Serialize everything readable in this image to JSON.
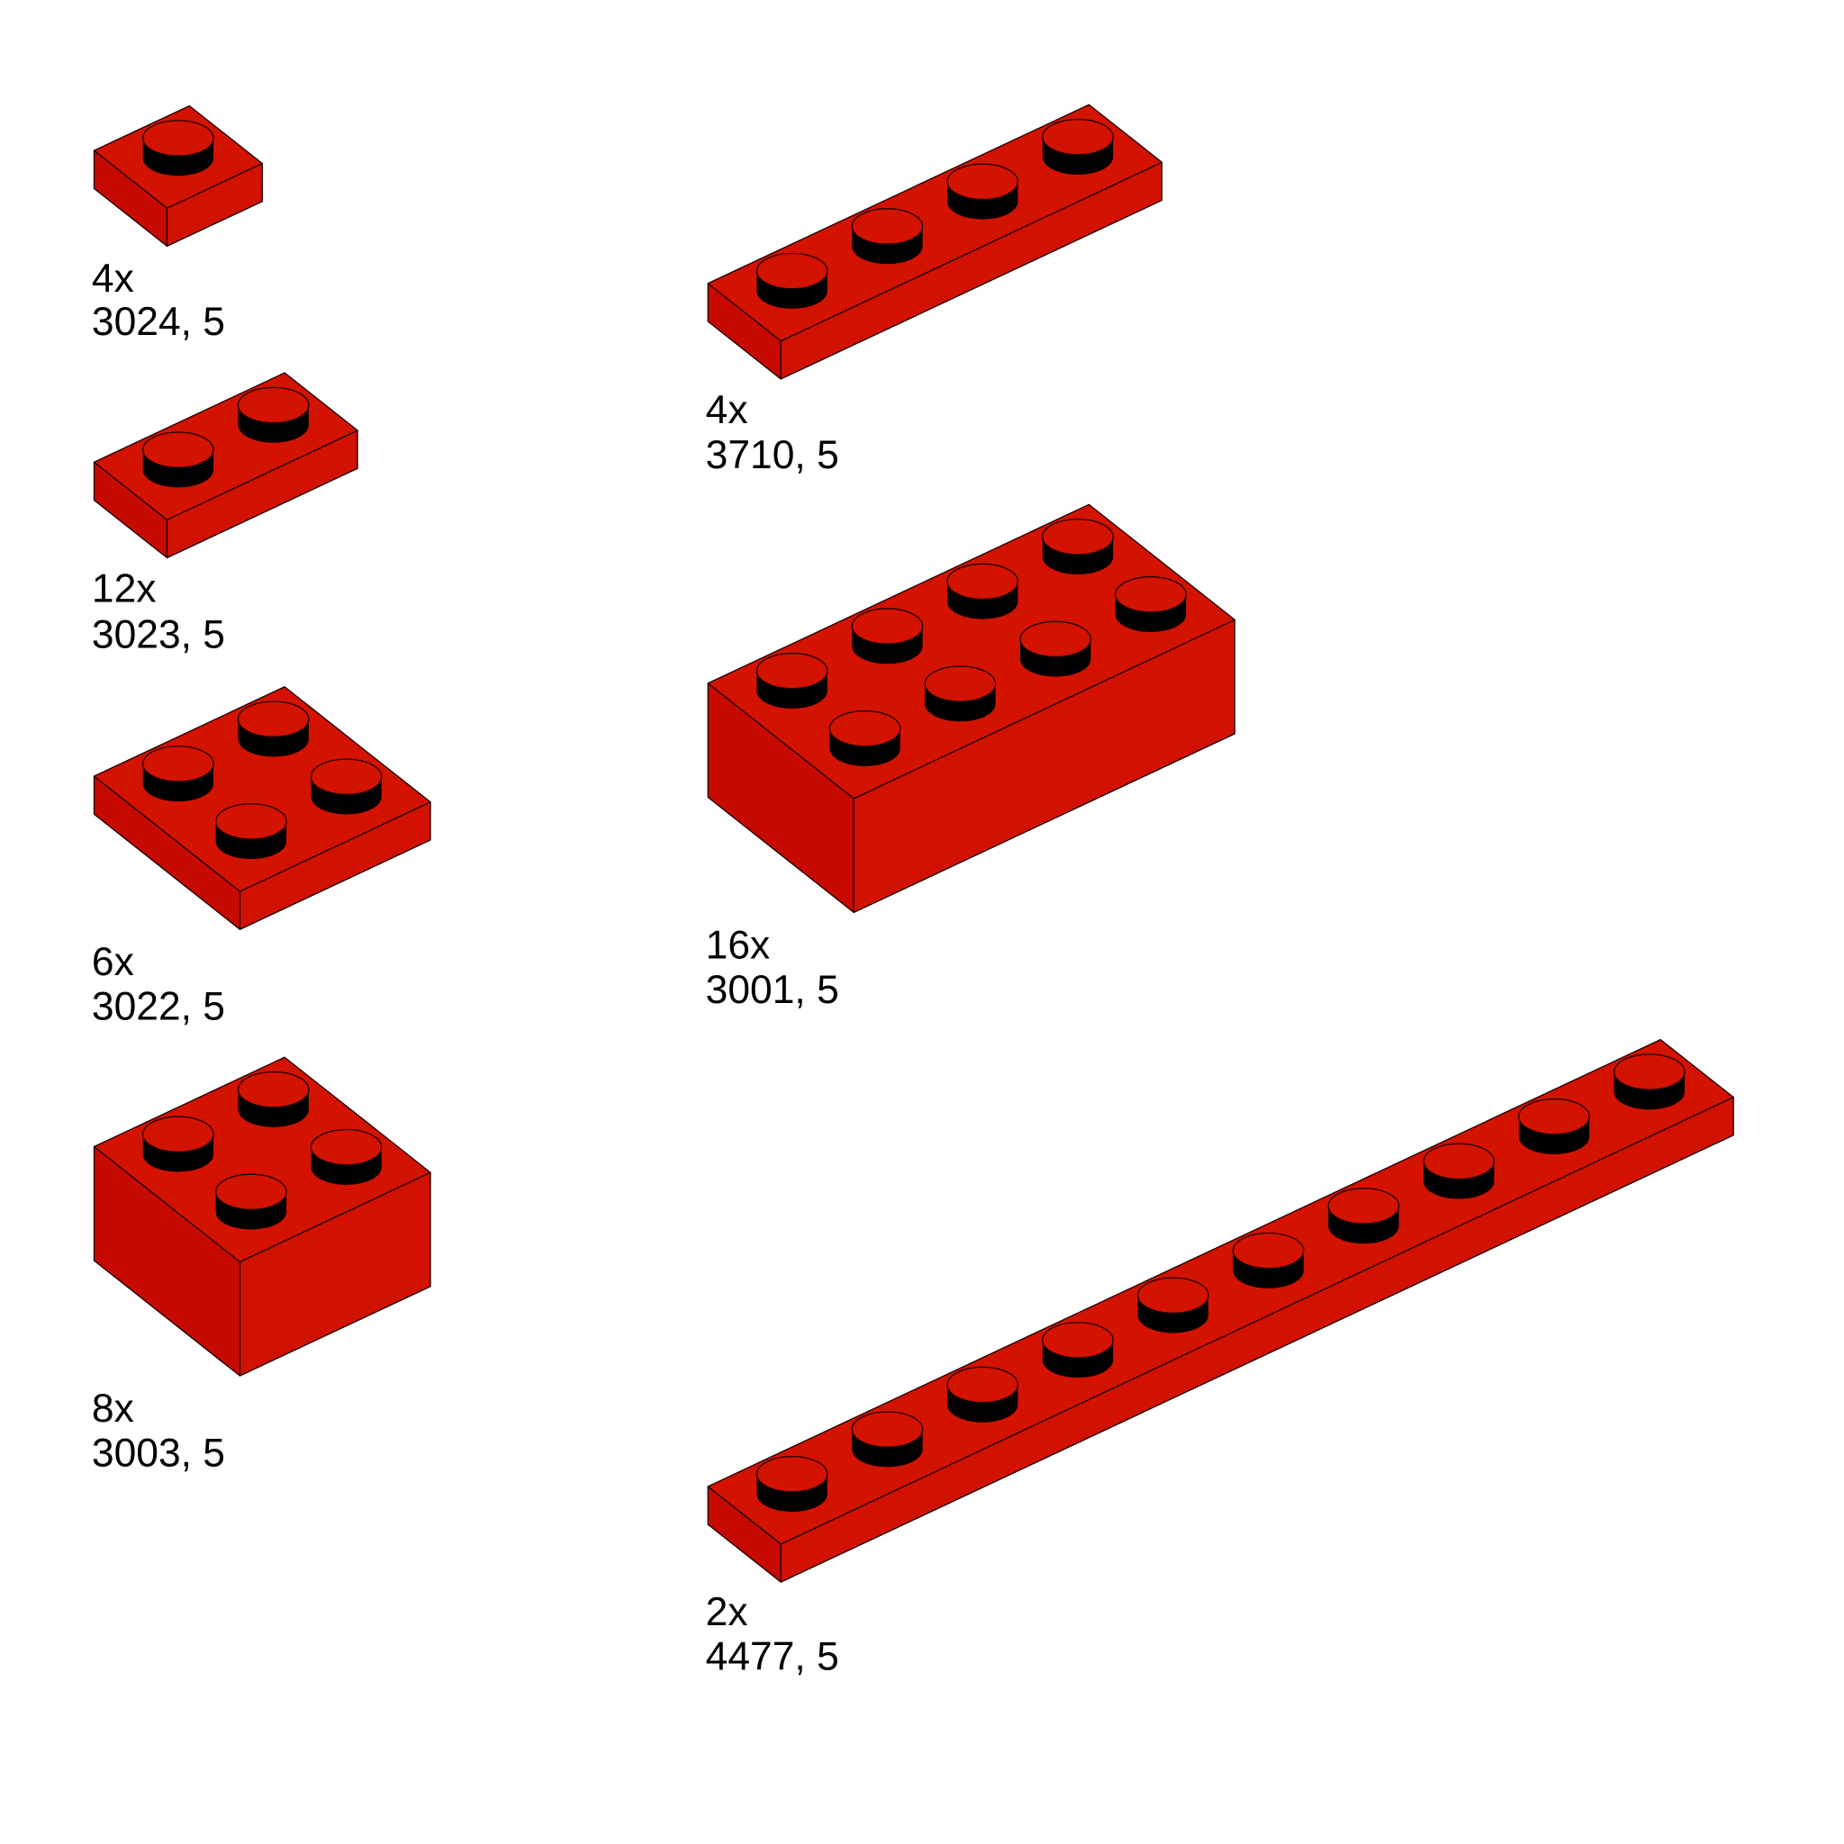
{
  "parts": [
    {
      "quantity": "4x",
      "part_label": "3024, 5",
      "studs_length": 1,
      "studs_depth": 1,
      "plates_high": 1
    },
    {
      "quantity": "12x",
      "part_label": "3023, 5",
      "studs_length": 2,
      "studs_depth": 1,
      "plates_high": 1
    },
    {
      "quantity": "6x",
      "part_label": "3022, 5",
      "studs_length": 2,
      "studs_depth": 2,
      "plates_high": 1
    },
    {
      "quantity": "8x",
      "part_label": "3003, 5",
      "studs_length": 2,
      "studs_depth": 2,
      "plates_high": 3
    },
    {
      "quantity": "4x",
      "part_label": "3710, 5",
      "studs_length": 4,
      "studs_depth": 1,
      "plates_high": 1
    },
    {
      "quantity": "16x",
      "part_label": "3001, 5",
      "studs_length": 4,
      "studs_depth": 2,
      "plates_high": 3
    },
    {
      "quantity": "2x",
      "part_label": "4477, 5",
      "studs_length": 10,
      "studs_depth": 1,
      "plates_high": 1
    }
  ],
  "colors": {
    "top": "#d41200",
    "left": "#c70a00",
    "right": "#d31100",
    "stud_side": "#000000",
    "outline": "#1a0000"
  }
}
